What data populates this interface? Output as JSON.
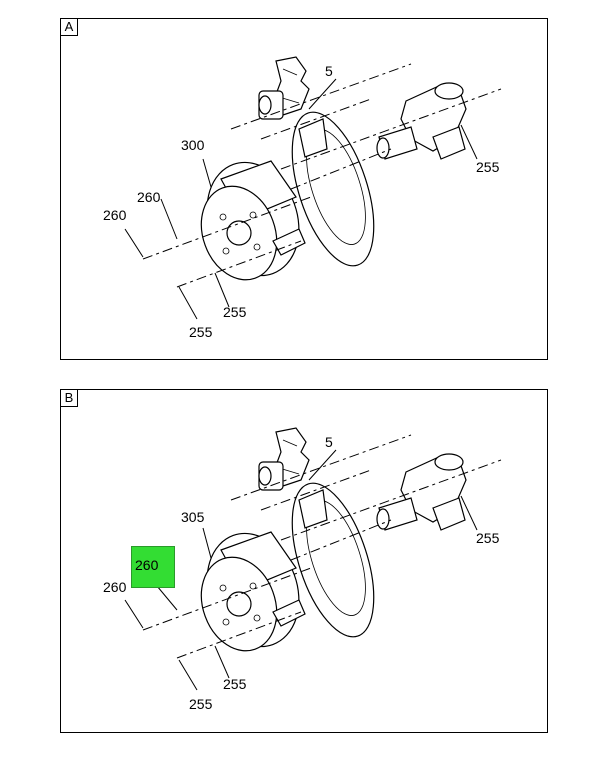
{
  "panels": [
    {
      "tag": "A",
      "callouts": {
        "part_5": "5",
        "part_300": "300",
        "part_260_a": "260",
        "part_260_b": "260",
        "part_255_right": "255",
        "part_255_a": "255",
        "part_255_b": "255"
      }
    },
    {
      "tag": "B",
      "callouts": {
        "part_5": "5",
        "part_305": "305",
        "part_260_a": "260",
        "part_260_b": "260",
        "part_255_right": "255",
        "part_255_a": "255",
        "part_255_b": "255"
      },
      "highlight": {
        "label": "260",
        "color": "#33dd33"
      }
    }
  ]
}
